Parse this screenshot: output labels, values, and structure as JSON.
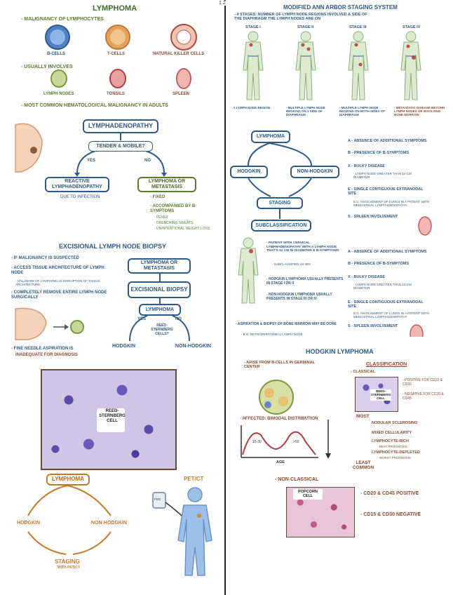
{
  "page_number": "1 2",
  "left": {
    "lymphoma_title": "LYMPHOMA",
    "malignancy_bullet": "- MALIGNANCY of LYMPHOCYTES",
    "cells": [
      {
        "label": "B-CELLS"
      },
      {
        "label": "T-CELLS"
      },
      {
        "label": "NATURAL KILLER CELLS"
      }
    ],
    "involves_bullet": "- USUALLY INVOLVES",
    "organs": [
      {
        "label": "LYMPH NODES"
      },
      {
        "label": "TONSILS"
      },
      {
        "label": "SPLEEN"
      }
    ],
    "common_bullet": "- MOST COMMON HEMATOLOGICAL MALIGNANCY in ADULTS",
    "flow1": {
      "lymphadenopathy": "LYMPHADENOPATHY",
      "question": "TENDER & MOBILE?",
      "yes": "YES",
      "no": "NO",
      "reactive": "REACTIVE LYMPHADENOPATHY",
      "reactive_note": "DUE to INFECTION",
      "lymphoma_meta": "LYMPHOMA or METASTASIS",
      "fixed": "- FIXED",
      "accompanied": "- ACCOMPANIED by B-SYMPTOMS",
      "fever": "- FEVER",
      "sweats": "- DRENCHING SWEATS",
      "weight": "- UNINTENTIONAL WEIGHT LOSS"
    },
    "biopsy": {
      "title": "EXCISIONAL LYMPH NODE BIOPSY",
      "b1": "- IF MALIGNANCY is SUSPECTED",
      "b2": "- ACCESS TISSUE ARCHITECTURE of LYMPH NODE",
      "b2_sub": "- HALLMARK of LYMPHOMA is DISRUPTION of TISSUE ARCHITECTURE",
      "b3": "- COMPLETELY REMOVE ENTIRE LYMPH NODE SURGICALLY",
      "b4_pre": "- FINE NEEDLE ASPIRATION is",
      "b4_post": "INADEQUATE for DIAGNOSIS",
      "box1": "LYMPHOMA or METASTASIS",
      "box2": "EXCISIONAL BIOPSY",
      "box3": "LYMPHOMA",
      "yes": "YES",
      "no": "NO",
      "rs_q": "REED-STERNBERG CELLS?",
      "hodgkin": "HODGKIN",
      "non_hodgkin": "NON-HODGKIN"
    },
    "micro_label": "REED-STERNBERG CELL",
    "pet": {
      "lymphoma": "LYMPHOMA",
      "hodgkin": "HODGKIN",
      "non_hodgkin": "NON-HODGKIN",
      "staging": "STAGING",
      "staging_sub": "with PET/CT",
      "petct": "PET/CT",
      "fdg": "FDG"
    }
  },
  "right": {
    "title": "MODIFIED ANN ARBOR STAGING SYSTEM",
    "intro": "- 4 STAGES: NUMBER of LYMPH NODE REGIONS INVOLVED & SIDE of the DIAPHRAGM the LYMPH NODES are ON",
    "stages": [
      {
        "label": "STAGE I",
        "desc": "- 1 LYMPH NODE REGION"
      },
      {
        "label": "STAGE II",
        "desc": "- MULTIPLE LYMPH NODE REGIONS on 1 SIDE of DIAPHRAGM"
      },
      {
        "label": "STAGE III",
        "desc": "- MULTIPLE LYMPH NODE REGIONS on BOTH SIDES of DIAPHRAGM"
      },
      {
        "label": "STAGE IV",
        "desc": "- METASTATIC DISEASE BEYOND LYMPH NODES or INVOLVING BONE MARROW"
      }
    ],
    "flow": {
      "lymphoma": "LYMPHOMA",
      "hodgkin": "HODGKIN",
      "non_hodgkin": "NON-HODGKIN",
      "staging": "STAGING",
      "subclass": "SUBCLASSIFICATION"
    },
    "suffixes_1": {
      "a": "A - ABSENCE of ADDITIONAL SYMPTOMS",
      "b": "B - PRESENCE of B-SYMPTOMS",
      "x": "X - BULKY DISEASE",
      "x_sub": "- LYMPH NODE GREATER THAN 10 cm DIAMETER",
      "e": "E - SINGLE CONTIGUOUS EXTRANODAL SITE",
      "e_sub": "e.g. INVOLVEMENT of LUNGS in a PATIENT with MEDIASTINAL LYMPHADENOPATHY",
      "s": "S - SPLEEN INVOLVEMENT"
    },
    "patient": {
      "p1": "- PATIENT with CERVICAL LYMPHADENOPATHY with a LYMPH NODE that's 12 cm in DIAMETER & B-SYMPTOMS",
      "p1_sub": "- SUBCLASSIFIED as IIBX",
      "p2": "- HODGKIN LYMPHOMA USUALLY PRESENTS in STAGE I or II",
      "p3": "- NON-HODGKIN LYMPHOMA USUALLY PRESENTS in STAGE III or IV",
      "p4": "- ASPIRATION & BIOPSY of BONE MARROW may be DONE",
      "p4_sub": "- e.g. RETROPERITONEAL LYMPH NODE"
    },
    "suffixes_2": {
      "a": "A - ABSENCE of ADDITIONAL SYMPTOMS",
      "b": "B - PRESENCE of B-SYMPTOMS",
      "x": "X - BULKY DISEASE",
      "x_sub": "- LYMPH NODE GREATER THAN 10 cm DIAMETER",
      "e": "E - SINGLE CONTIGUOUS EXTRANODAL SITE",
      "e_sub": "e.g. INVOLVEMENT of LUNGS in a PATIENT with MEDIASTINAL LYMPHADENOPATHY",
      "s": "S - SPLEEN INVOLVEMENT"
    },
    "hodgkin": {
      "title": "HODGKIN LYMPHOMA",
      "arise": "- ARISE from B-CELLS in GERMINAL CENTER",
      "affected": "- AFFECTED: BIMODAL DISTRIBUTION",
      "peak1": "15-30",
      "peak2": ">50",
      "age": "AGE",
      "class_title": "CLASSIFICATION",
      "classical": "- CLASSICAL",
      "rs_label": "REED-STERNBERG CELL",
      "positive": "- POSITIVE for CD15 & CD30",
      "negative": "- NEGATIVE for CD20 & CD45",
      "most": "MOST",
      "types": [
        "NODULAR SCLEROSING",
        "MIXED CELLULARITY",
        "LYMPHOCYTE-RICH",
        "LYMPHOCYTE-DEPLETED"
      ],
      "best": "- BEST PROGNOSIS",
      "worst": "- WORST PROGNOSIS",
      "least": "LEAST COMMON",
      "nonclassical": "- NON-CLASSICAL",
      "popcorn": "POPCORN CELL",
      "pos2": "- CD20 & CD45 POSITIVE",
      "neg2": "- CD15 & CD30 NEGATIVE"
    }
  },
  "colors": {
    "blue": "#2e5a86",
    "green": "#5b7a2e",
    "orange": "#c77a2a",
    "brown": "#8a4a2e"
  }
}
